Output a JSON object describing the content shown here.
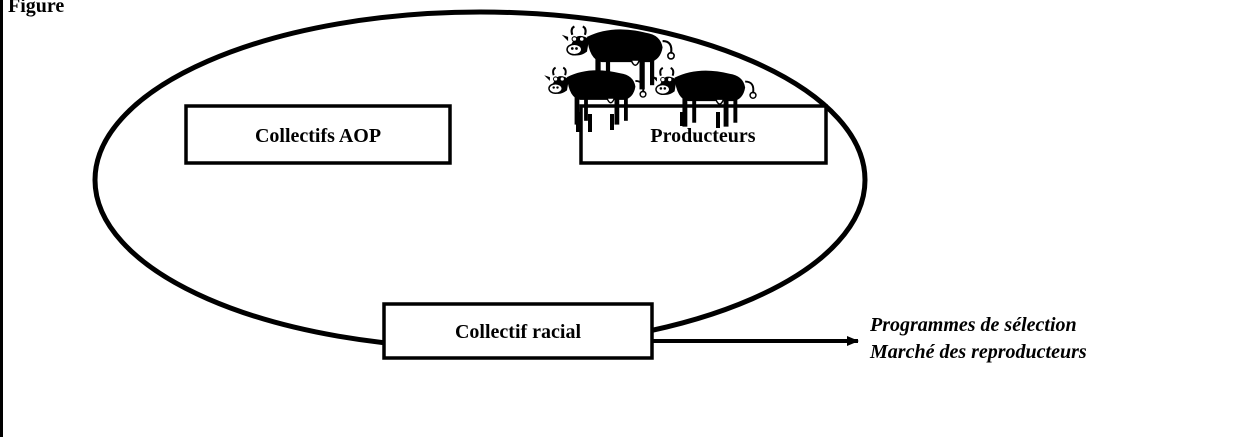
{
  "diagram": {
    "caption": "Figure",
    "nodes": {
      "aop": "Collectifs AOP",
      "producers": "Producteurs",
      "racial": "Collectif racial"
    },
    "outputs": {
      "line1": "Programmes de sélection",
      "line2": "Marché des reproducteurs"
    },
    "illustration": "cow-herd-icon"
  }
}
